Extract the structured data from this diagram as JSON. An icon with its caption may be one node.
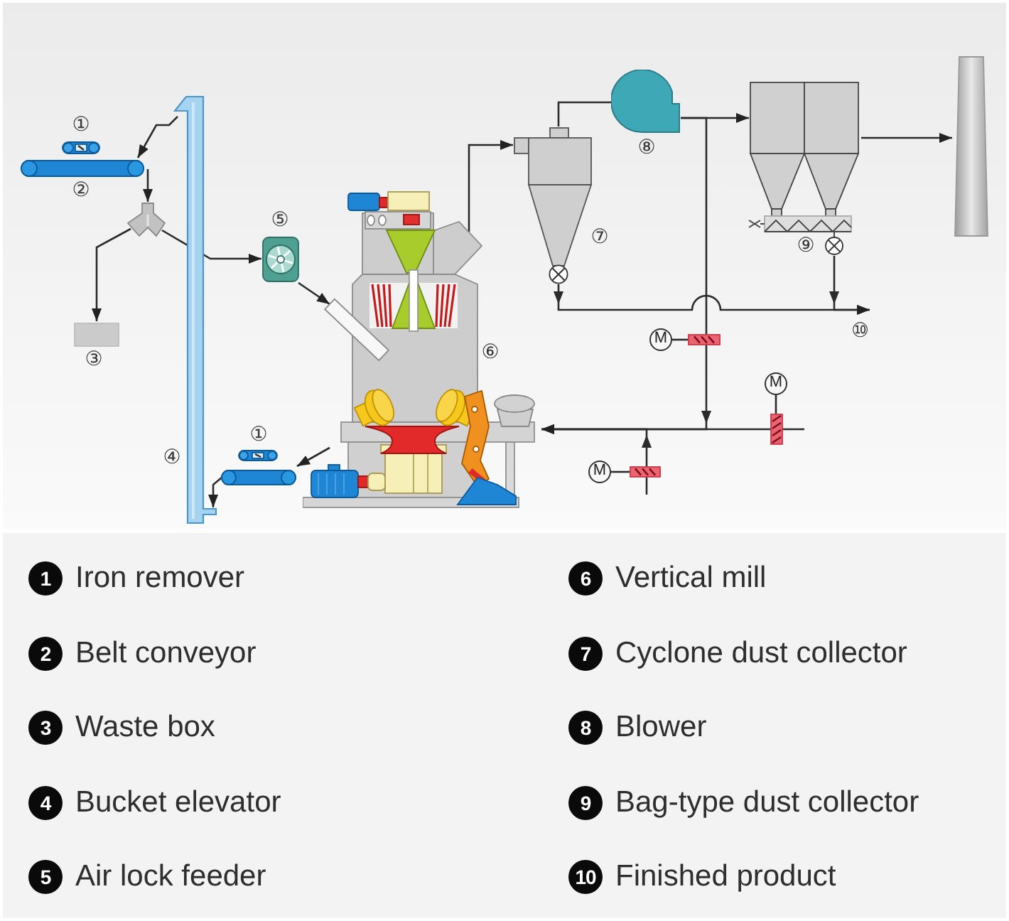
{
  "diagram": {
    "nodes": [
      {
        "text": [],
        "shape": "picture",
        "beside": [
          "①"
        ]
      },
      {
        "text": [],
        "shape": "picture",
        "beside": [
          "②"
        ]
      },
      {
        "text": [],
        "shape": "picture",
        "beside": [
          "④"
        ]
      },
      {
        "text": [],
        "shape": "picture"
      },
      {
        "text": [],
        "shape": "box",
        "beside": [
          "③"
        ]
      },
      {
        "text": [],
        "shape": "picture",
        "beside": [
          "⑤"
        ]
      },
      {
        "text": [
          "⑥"
        ]
      },
      {
        "text": [],
        "shape": "picture",
        "beside": [
          "⑦"
        ]
      },
      {
        "text": [],
        "shape": "circle",
        "beside": [
          "⑧"
        ]
      },
      {
        "text": [
          "⑨"
        ]
      },
      {
        "text": [],
        "shape": "picture"
      },
      {
        "text": [
          "⑩"
        ]
      },
      {
        "text": [],
        "shape": "picture",
        "beside": [
          "①"
        ]
      },
      {
        "text": [],
        "shape": "picture"
      },
      {
        "text": [
          "M"
        ]
      },
      {
        "text": [],
        "shape": "box"
      },
      {
        "text": [
          "M"
        ]
      },
      {
        "text": [],
        "shape": "box"
      },
      {
        "text": [
          "M"
        ]
      },
      {
        "text": [],
        "shape": "box"
      }
    ],
    "edges": [
      {
        "from": 2,
        "to": 1,
        "arrow": "to"
      },
      {
        "from": 1,
        "to": 3,
        "arrow": "to"
      },
      {
        "from": 3,
        "to": 4,
        "arrow": "to"
      },
      {
        "from": 3,
        "to": 5,
        "arrow": "to"
      },
      {
        "from": 5,
        "to": 6,
        "arrow": "to"
      },
      {
        "from": 6,
        "to": 7,
        "arrow": "to"
      },
      {
        "from": 7,
        "to": 8,
        "arrow": "none"
      },
      {
        "from": 8,
        "to": 9,
        "arrow": "to"
      },
      {
        "from": 9,
        "to": 10,
        "arrow": "to"
      },
      {
        "from": 7,
        "to": 11,
        "arrow": "to"
      },
      {
        "from": 9,
        "to": 11,
        "arrow": "to"
      },
      {
        "from": 8,
        "to": 6,
        "arrow": "to"
      },
      {
        "from": null,
        "to": 6,
        "arrow": "to"
      },
      {
        "from": null,
        "to": 6,
        "arrow": "to"
      },
      {
        "from": 6,
        "to": 13,
        "arrow": "to"
      },
      {
        "from": 13,
        "to": 2,
        "arrow": "to"
      },
      {
        "from": 14,
        "to": 15,
        "arrow": "none"
      },
      {
        "from": 16,
        "to": 17,
        "arrow": "none"
      },
      {
        "from": 18,
        "to": 19,
        "arrow": "none"
      }
    ],
    "labels": [
      "1",
      "Iron remover",
      "6",
      "Vertical mill",
      "2",
      "Belt conveyor",
      "7",
      "Cyclone dust collector",
      "3",
      "Waste box",
      "8",
      "Blower",
      "4",
      "Bucket elevator",
      "9",
      "Bag-type dust collector",
      "5",
      "Air lock feeder",
      "10",
      "Finished product"
    ]
  }
}
